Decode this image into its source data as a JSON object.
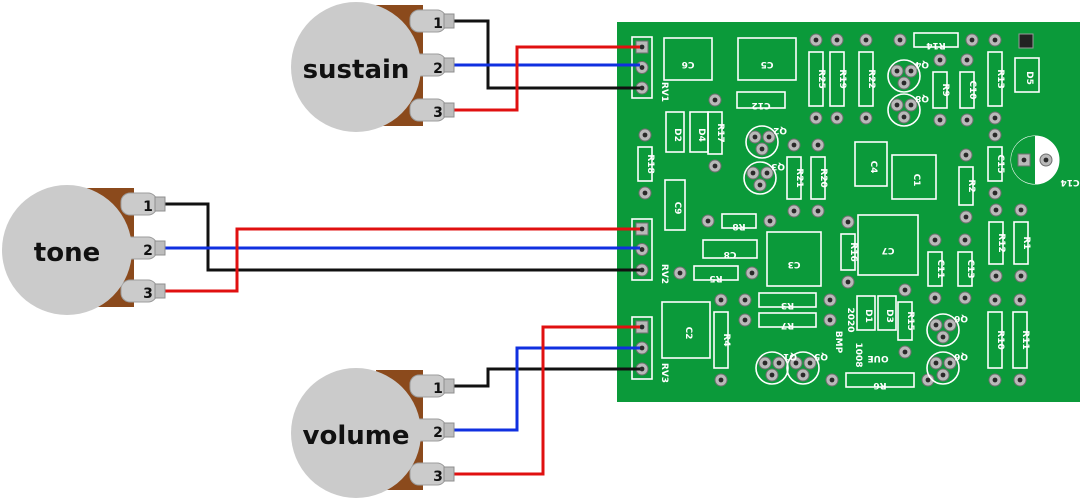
{
  "colors": {
    "pcb": "#0b9a3a",
    "pcb_dark": "#0a8632",
    "pot_body": "#cbcbcb",
    "pot_brown": "#8b4a1c",
    "wire_red": "#e01010",
    "wire_blue": "#1030e0",
    "wire_black": "#111111"
  },
  "pots": [
    {
      "id": "sustain",
      "label": "sustain",
      "pins": [
        "1",
        "2",
        "3"
      ]
    },
    {
      "id": "tone",
      "label": "tone",
      "pins": [
        "1",
        "2",
        "3"
      ]
    },
    {
      "id": "volume",
      "label": "volume",
      "pins": [
        "1",
        "2",
        "3"
      ]
    }
  ],
  "board": {
    "connectors": [
      "RV1",
      "RV2",
      "RV3"
    ],
    "components": [
      "C6",
      "C5",
      "R14",
      "R25",
      "R19",
      "R22",
      "R13",
      "D5",
      "C12",
      "R9",
      "C10",
      "D2",
      "D4",
      "R17",
      "Q2",
      "R18",
      "Q3",
      "C4",
      "C15",
      "C1",
      "R21",
      "R20",
      "R2",
      "C9",
      "R8",
      "R12",
      "R1",
      "C8",
      "C3",
      "C7",
      "C11",
      "C13",
      "R5",
      "R16",
      "R3",
      "R7",
      "C2",
      "D1",
      "D3",
      "R15",
      "R4",
      "Q1",
      "Q6",
      "R10",
      "R11",
      "Q5",
      "R6",
      "C14",
      "Q4",
      "Q8"
    ],
    "text": [
      "BMP",
      "2020",
      "OUE",
      "1008"
    ]
  }
}
